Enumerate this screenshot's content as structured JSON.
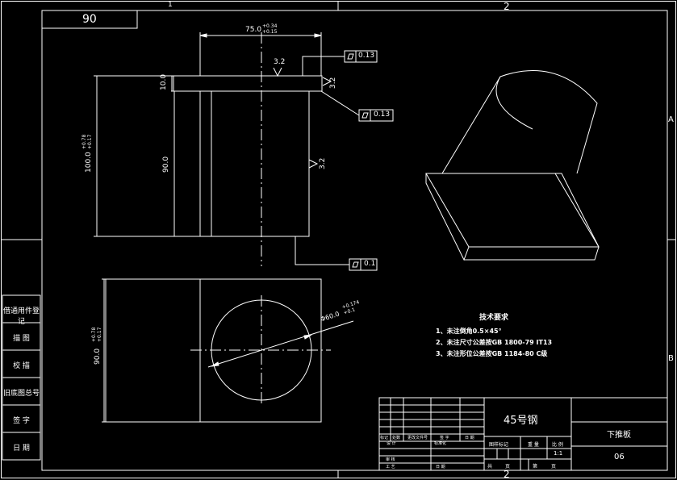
{
  "sheet": {
    "top_box": "90",
    "zones_top": [
      "1",
      "2"
    ],
    "zones_side": [
      "A",
      "B"
    ]
  },
  "dimensions": {
    "width_top": "75.0",
    "width_top_upper": "+0.34",
    "width_top_lower": "+0.15",
    "flange_thickness": "10.0",
    "body_height": "90.0",
    "total_height": "100.0",
    "total_height_upper": "+0.78",
    "total_height_lower": "+0.17",
    "plan_height": "90.0",
    "plan_height_upper": "+0.78",
    "plan_height_lower": "+0.17",
    "hole_diameter": "Φ60.0",
    "hole_upper": "+0.174",
    "hole_lower": "+0.1"
  },
  "tolerances": {
    "flatness_top": "0.13",
    "flatness_side": "0.13",
    "flatness_bottom": "0.1"
  },
  "roughness": {
    "top": "3.2",
    "right_upper": "3.2",
    "right_mid": "3.2"
  },
  "side_panel": [
    "借通用件登记",
    "描 图",
    "校 描",
    "旧底图总号",
    "签 字",
    "日 期"
  ],
  "technical_requirements": {
    "title": "技术要求",
    "items": [
      "1、未注倒角0.5×45°",
      "2、未注尺寸公差按GB 1800-79  IT13",
      "3、未注形位公差按GB 1184-80  C级"
    ]
  },
  "title_block": {
    "material": "45号钢",
    "part_name": "下推板",
    "drawing_no": "06",
    "scale": "1:1",
    "header_labels": [
      "标记",
      "处数",
      "更改文件号",
      "签 字",
      "日 期"
    ],
    "designer": "设 计",
    "standardized": "标准化",
    "stage_mark": "图样标记",
    "weight": "重 量",
    "ratio": "比 例",
    "review": "审 核",
    "process": "工 艺",
    "date": "日 期",
    "total_sheets": "共",
    "sheet_unit": "页",
    "sheet_no": "第",
    "sheet_unit2": "页"
  }
}
